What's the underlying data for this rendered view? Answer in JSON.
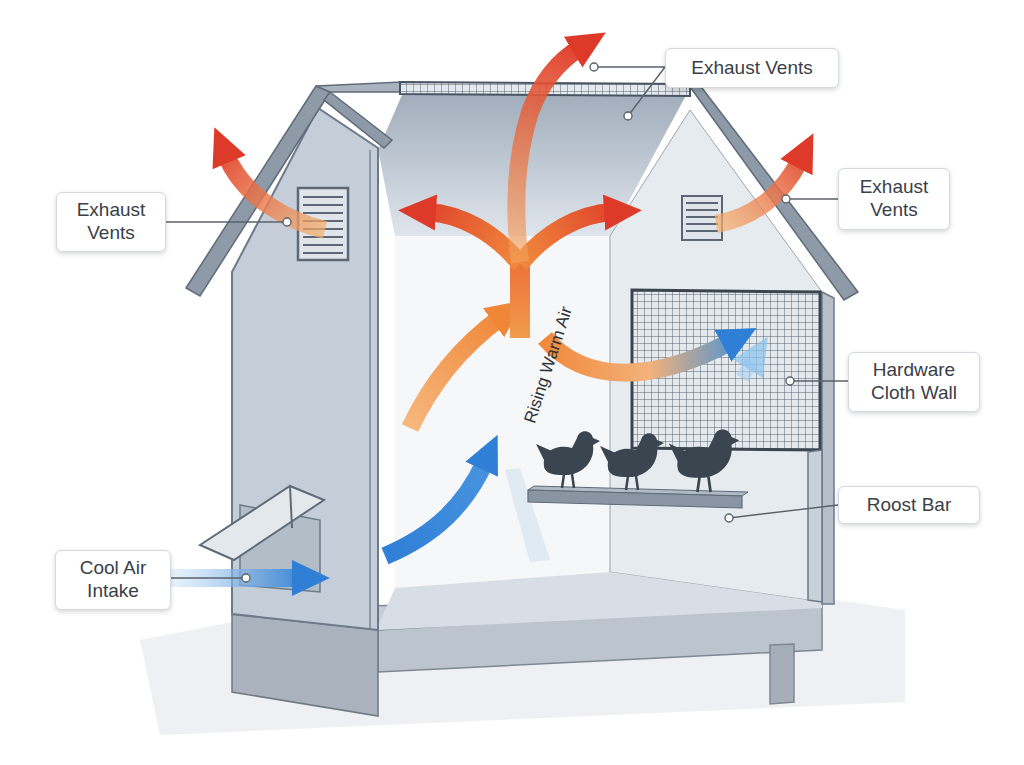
{
  "diagram": {
    "labels": [
      "Exhaust Vents",
      "Exhaust Vents",
      "Exhaust Vents",
      "Hardware Cloth Wall",
      "Roost Bar",
      "Cool Air Intake",
      "Rising Warm Air"
    ]
  }
}
